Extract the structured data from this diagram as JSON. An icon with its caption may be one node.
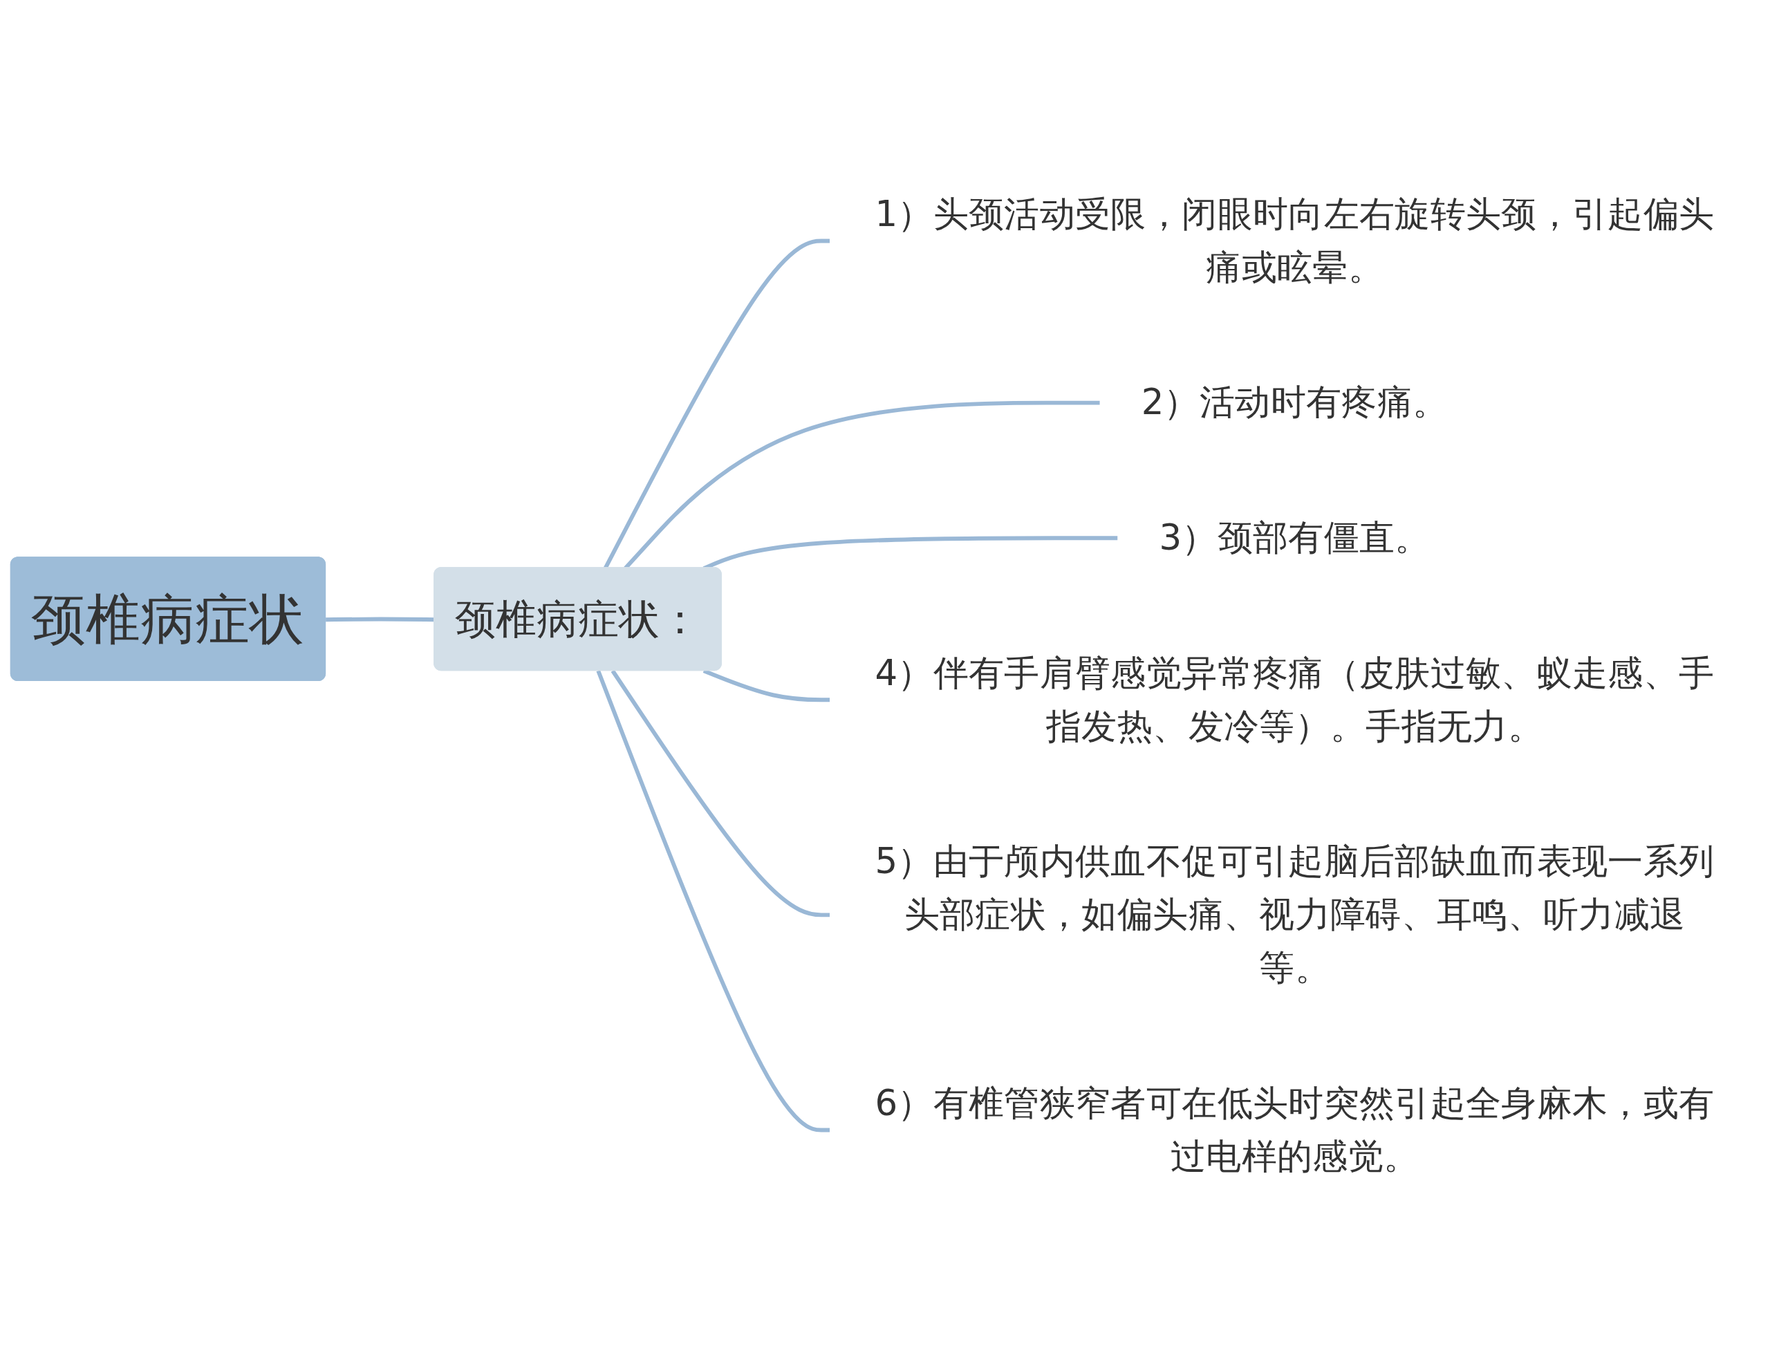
{
  "diagram": {
    "nodes": [
      {
        "text": [
          "颈椎病症状"
        ]
      },
      {
        "text": [
          "颈椎病症状："
        ]
      },
      {
        "text": [
          "1）头颈活动受限，闭眼时向左右旋转头颈，引起偏头痛或眩晕。"
        ]
      },
      {
        "text": [
          "2）活动时有疼痛。"
        ]
      },
      {
        "text": [
          "3）颈部有僵直。"
        ]
      },
      {
        "text": [
          "4）伴有手肩臂感觉异常疼痛（皮肤过敏、蚁走感、手指发热、发冷等）。手指无力。"
        ]
      },
      {
        "text": [
          "5）由于颅内供血不促可引起脑后部缺血而表现一系列头部症状，如偏头痛、视力障碍、耳鸣、听力减退等。"
        ]
      },
      {
        "text": [
          "6）有椎管狭窄者可在低头时突然引起全身麻木，或有过电样的感觉。"
        ]
      }
    ],
    "edges": [
      {
        "from": 0,
        "to": 1,
        "arrow": "none"
      },
      {
        "from": 1,
        "to": 2,
        "arrow": "none"
      },
      {
        "from": 1,
        "to": 3,
        "arrow": "none"
      },
      {
        "from": 1,
        "to": 4,
        "arrow": "none"
      },
      {
        "from": 1,
        "to": 5,
        "arrow": "none"
      },
      {
        "from": 1,
        "to": 6,
        "arrow": "none"
      },
      {
        "from": 1,
        "to": 7,
        "arrow": "none"
      }
    ]
  }
}
